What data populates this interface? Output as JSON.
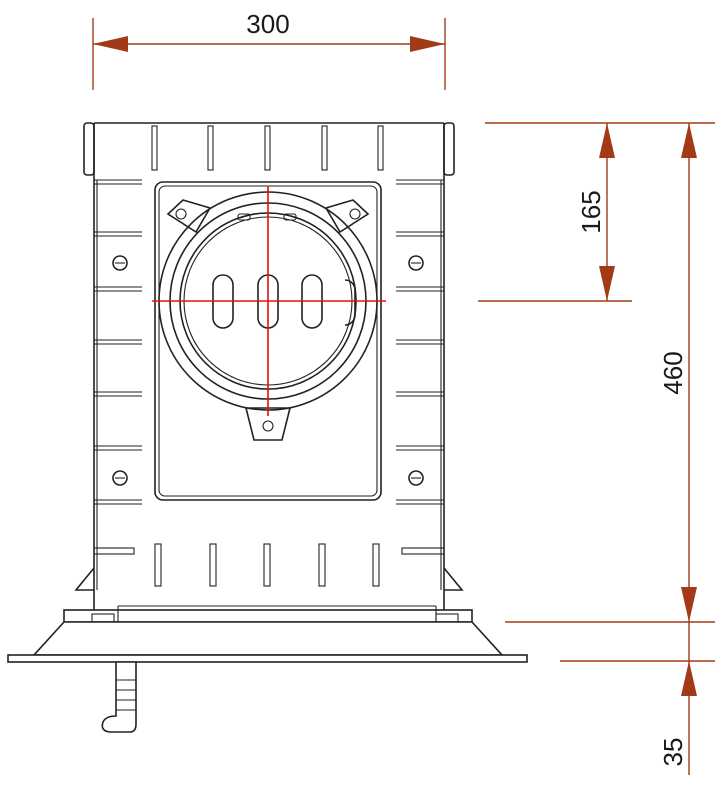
{
  "drawing": {
    "dimensions": {
      "width_top": "300",
      "upper_height": "165",
      "total_height": "460",
      "flange_height": "35"
    },
    "colors": {
      "dimension_line": "#a33a17",
      "centerline": "#e01010",
      "outline": "#222222"
    }
  }
}
